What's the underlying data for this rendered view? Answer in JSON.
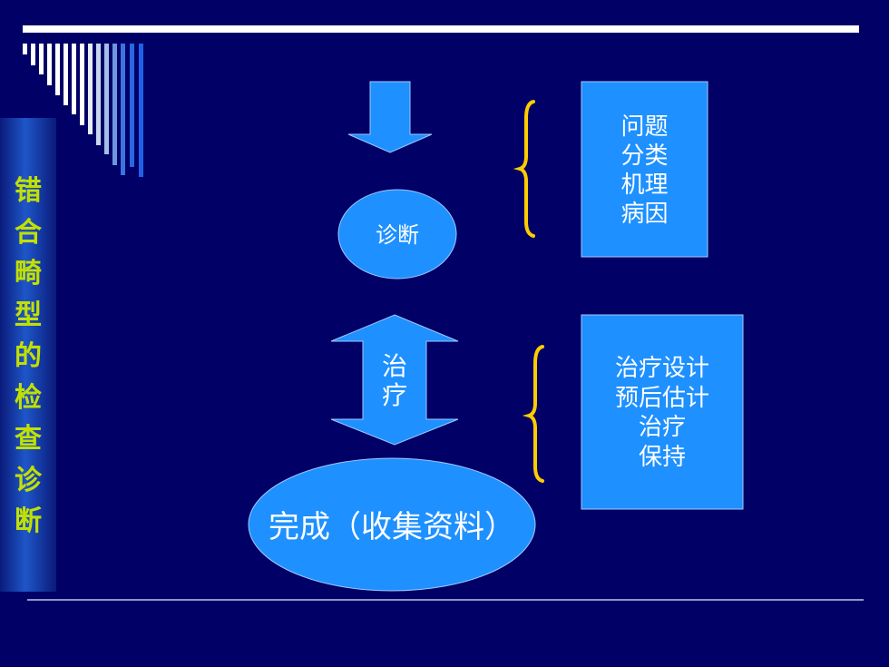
{
  "side_title": [
    "错",
    "合",
    "畸",
    "型",
    "的",
    "检",
    "查",
    "诊",
    "断"
  ],
  "diagnosis_label": "诊断",
  "treatment_label": [
    "治",
    "疗"
  ],
  "completion_label": "完成（收集资料）",
  "diagnosis_box_lines": [
    "问题",
    "分类",
    "机理",
    "病因"
  ],
  "treatment_box_lines": [
    "治疗设计",
    "预后估计",
    "治疗",
    "保持"
  ],
  "colors": {
    "background": "#000066",
    "shape_fill": "#1e90ff",
    "brace": "#ffcc00",
    "side_text": "#c2e000"
  }
}
